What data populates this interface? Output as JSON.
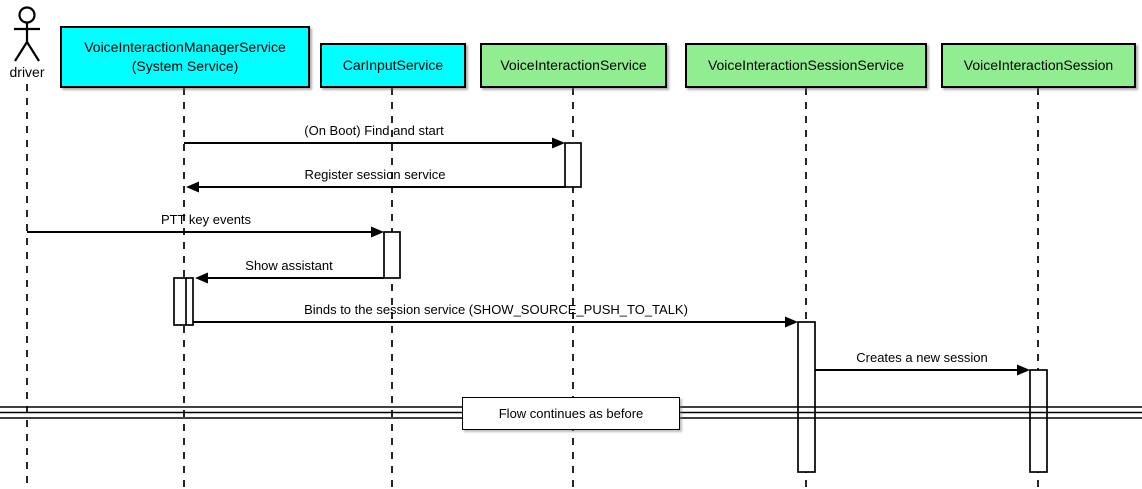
{
  "diagram": {
    "type": "uml-sequence",
    "actor": {
      "name": "driver"
    },
    "participants": [
      {
        "id": "voice-interaction-manager-service",
        "label": "VoiceInteractionManagerService\n(System Service)",
        "color": "#00FFFF"
      },
      {
        "id": "car-input-service",
        "label": "CarInputService",
        "color": "#00FFFF"
      },
      {
        "id": "voice-interaction-service",
        "label": "VoiceInteractionService",
        "color": "#90EE90"
      },
      {
        "id": "voice-interaction-session-service",
        "label": "VoiceInteractionSessionService",
        "color": "#90EE90"
      },
      {
        "id": "voice-interaction-session",
        "label": "VoiceInteractionSession",
        "color": "#90EE90"
      }
    ],
    "messages": [
      {
        "label": "(On Boot) Find and start",
        "from": "VoiceInteractionManagerService",
        "to": "VoiceInteractionService",
        "direction": "right"
      },
      {
        "label": "Register session service",
        "from": "VoiceInteractionService",
        "to": "VoiceInteractionManagerService",
        "direction": "left"
      },
      {
        "label": "PTT key events",
        "from": "driver",
        "to": "CarInputService",
        "direction": "right"
      },
      {
        "label": "Show assistant",
        "from": "CarInputService",
        "to": "VoiceInteractionManagerService",
        "direction": "left"
      },
      {
        "label": "Binds to the session service (SHOW_SOURCE_PUSH_TO_TALK)",
        "from": "VoiceInteractionManagerService",
        "to": "VoiceInteractionSessionService",
        "direction": "right"
      },
      {
        "label": "Creates a new session",
        "from": "VoiceInteractionSessionService",
        "to": "VoiceInteractionSession",
        "direction": "right"
      }
    ],
    "divider_note": "Flow continues as before",
    "colors": {
      "system_service_fill": "#00FFFF",
      "app_service_fill": "#90EE90",
      "line": "#000000",
      "background": "#FFFFFF"
    }
  }
}
